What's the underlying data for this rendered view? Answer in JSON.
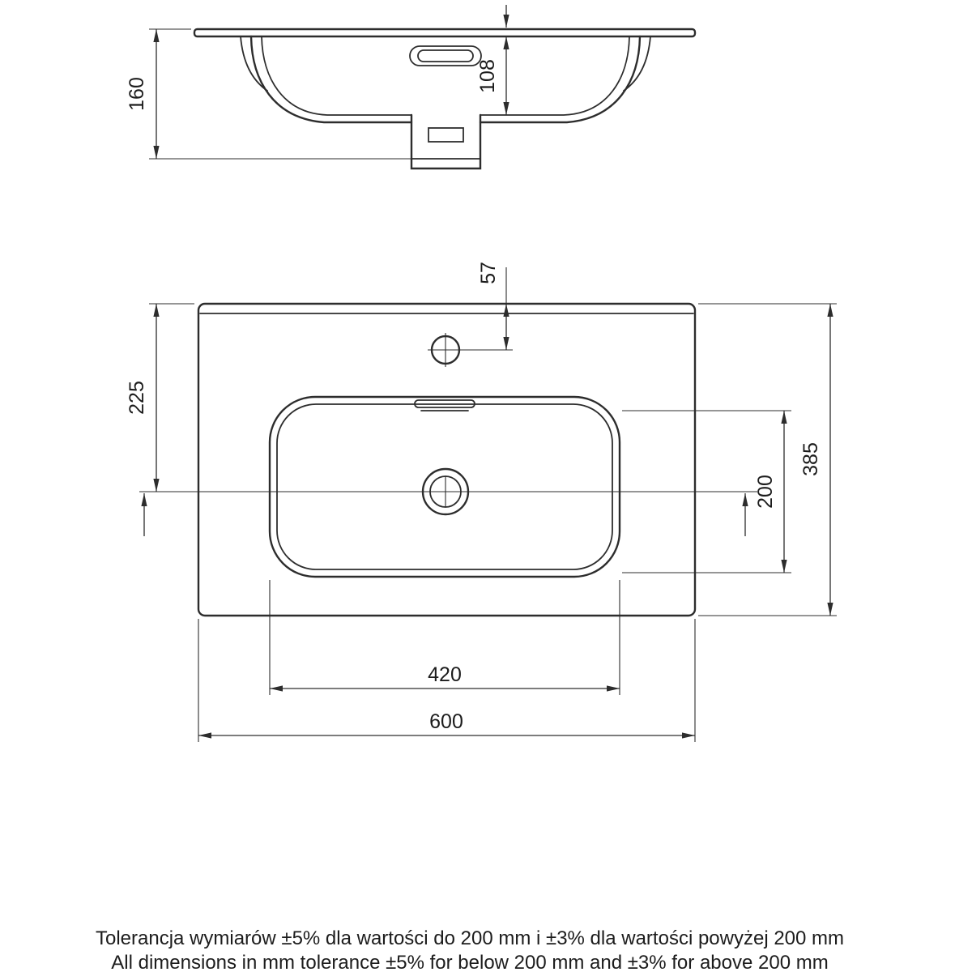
{
  "drawing": {
    "background": "#ffffff",
    "line_color": "#2d2d2d"
  },
  "section_view": {
    "dimensions": {
      "overall_height": "160",
      "basin_inner_depth": "108"
    }
  },
  "plan_view": {
    "dimensions": {
      "faucet_center_from_back": "57",
      "drain_center_from_back": "225",
      "overall_depth": "385",
      "basin_section_depth": "200",
      "basin_width": "420",
      "overall_width": "600"
    }
  },
  "notes": {
    "tolerance_pl": "Tolerancja wymiarów ±5% dla wartości do 200 mm i ±3% dla wartości powyżej 200 mm",
    "tolerance_en": "All dimensions in mm tolerance ±5% for below 200 mm and ±3% for above 200 mm"
  }
}
